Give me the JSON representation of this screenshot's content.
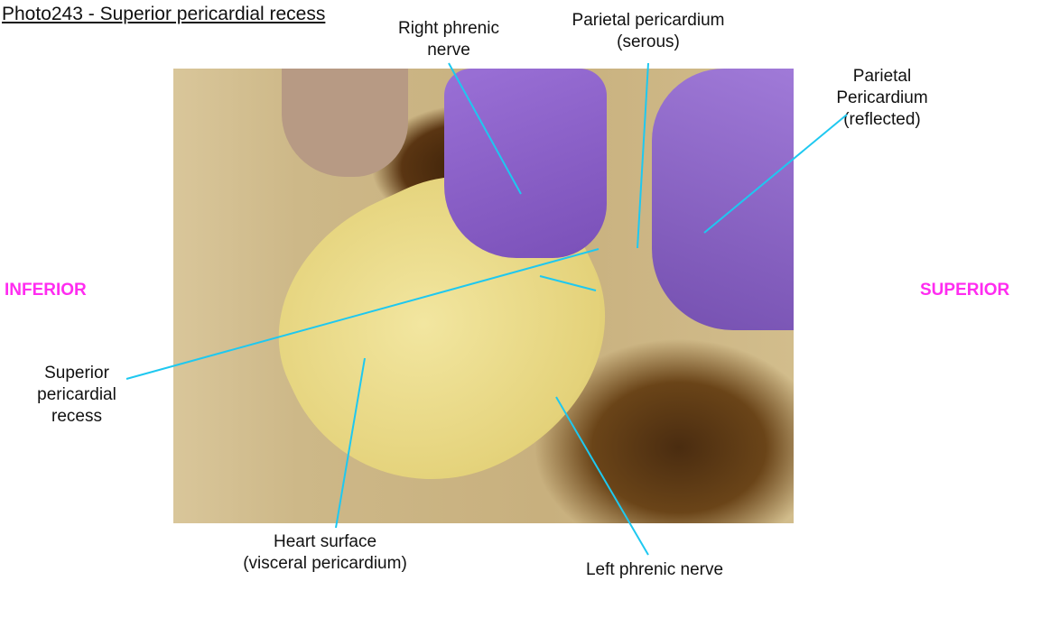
{
  "title": "Photo243 - Superior pericardial recess",
  "orientation": {
    "left": "INFERIOR",
    "right": "SUPERIOR",
    "color": "#ff2cf0"
  },
  "labels": {
    "right_phrenic": [
      "Right phrenic",
      "nerve"
    ],
    "parietal_serous": [
      "Parietal pericardium",
      "(serous)"
    ],
    "parietal_reflected": [
      "Parietal",
      "Pericardium",
      "(reflected)"
    ],
    "superior_recess": [
      "Superior",
      "pericardial",
      "recess"
    ],
    "heart_surface": [
      "Heart surface",
      "(visceral pericardium)"
    ],
    "left_phrenic": [
      "Left phrenic nerve"
    ]
  },
  "leader_color": "#1ec8f0"
}
